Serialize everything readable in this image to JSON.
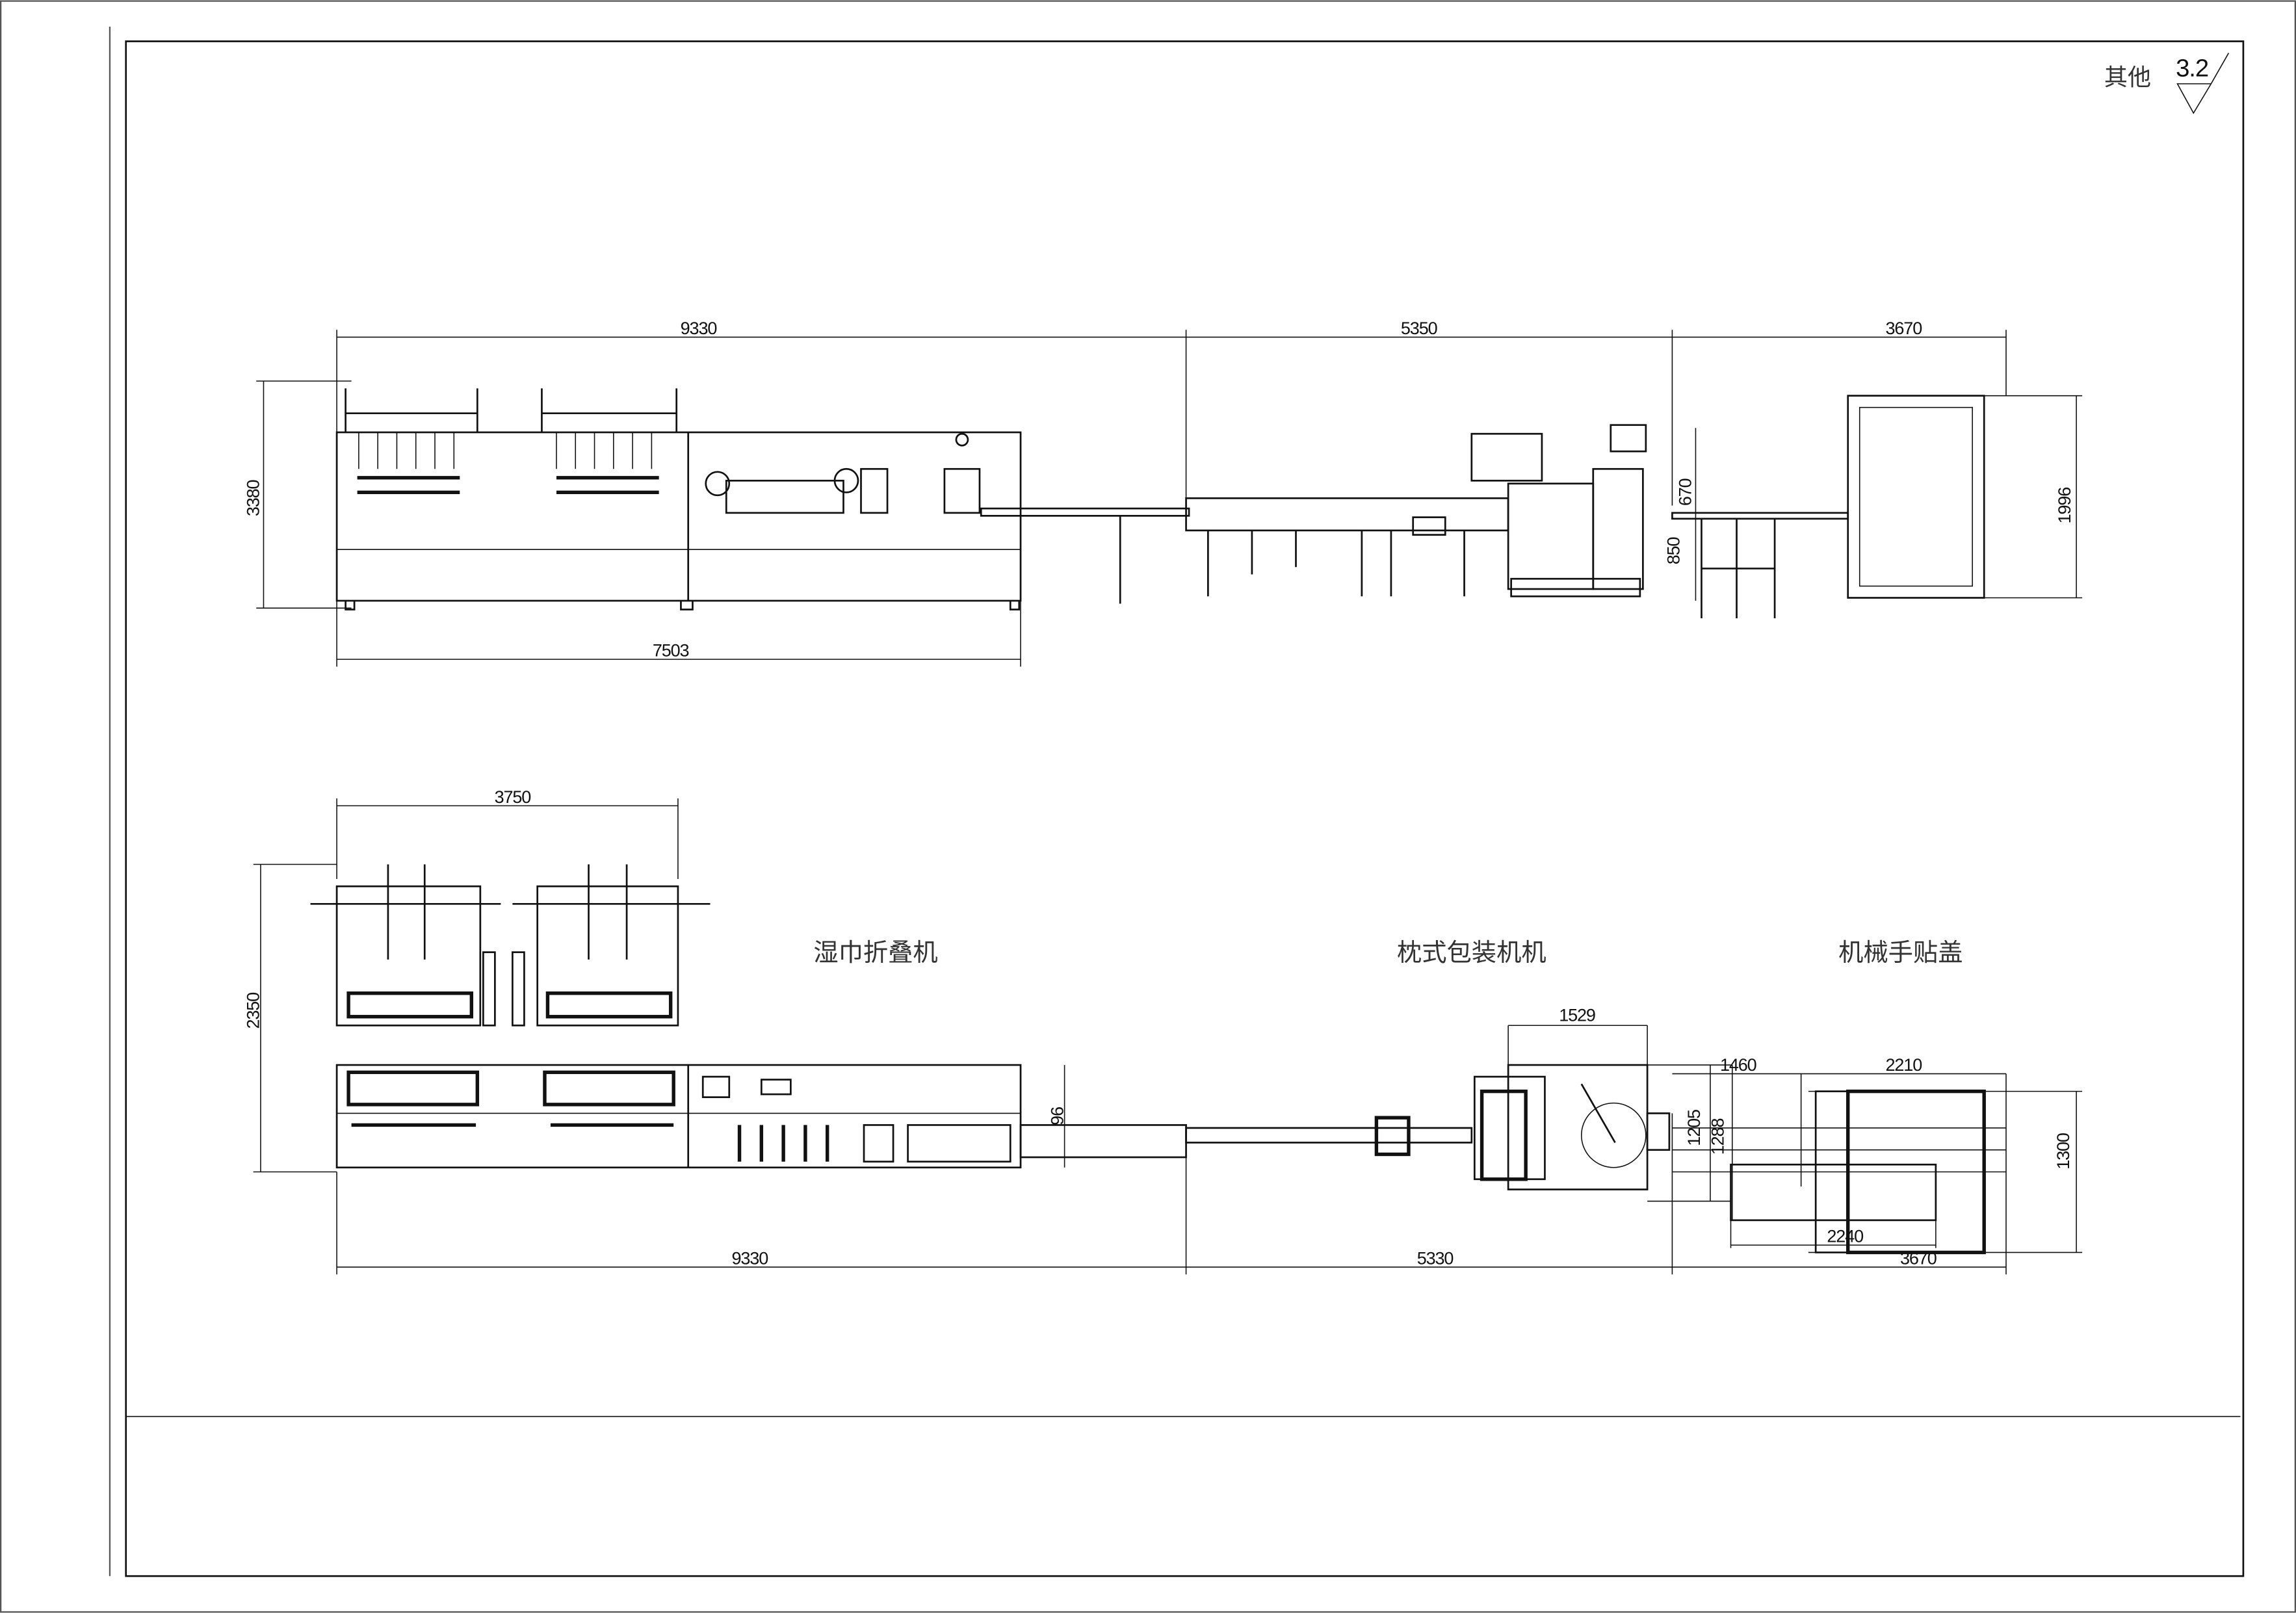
{
  "corner": {
    "label": "其他",
    "roughness": "3.2"
  },
  "top_view": {
    "dims": {
      "d9330": "9330",
      "d5350": "5350",
      "d3670": "3670",
      "d3380": "3380",
      "d7503": "7503",
      "d670": "670",
      "d850": "850",
      "d1996": "1996"
    }
  },
  "bottom_view": {
    "dims": {
      "d3750": "3750",
      "d2350": "2350",
      "d96": "96",
      "d1529": "1529",
      "d1460": "1460",
      "d2210": "2210",
      "d1205": "1205",
      "d1288": "1288",
      "d1300": "1300",
      "d2240": "2240",
      "d3670": "3670",
      "d9330": "9330",
      "d5330": "5330"
    },
    "labels": {
      "folding": "湿巾折叠机",
      "pillow": "枕式包装机机",
      "robot": "机械手贴盖"
    }
  }
}
